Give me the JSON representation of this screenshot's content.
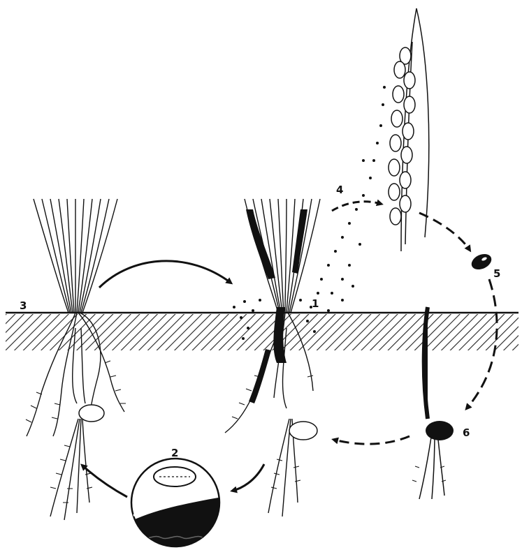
{
  "labels": {
    "l1": "1",
    "l2": "2",
    "l3": "3",
    "l4": "4",
    "l5": "5",
    "l6": "6"
  },
  "colors": {
    "ink": "#111111",
    "paper": "#ffffff",
    "soil_hatch": "#222222"
  }
}
